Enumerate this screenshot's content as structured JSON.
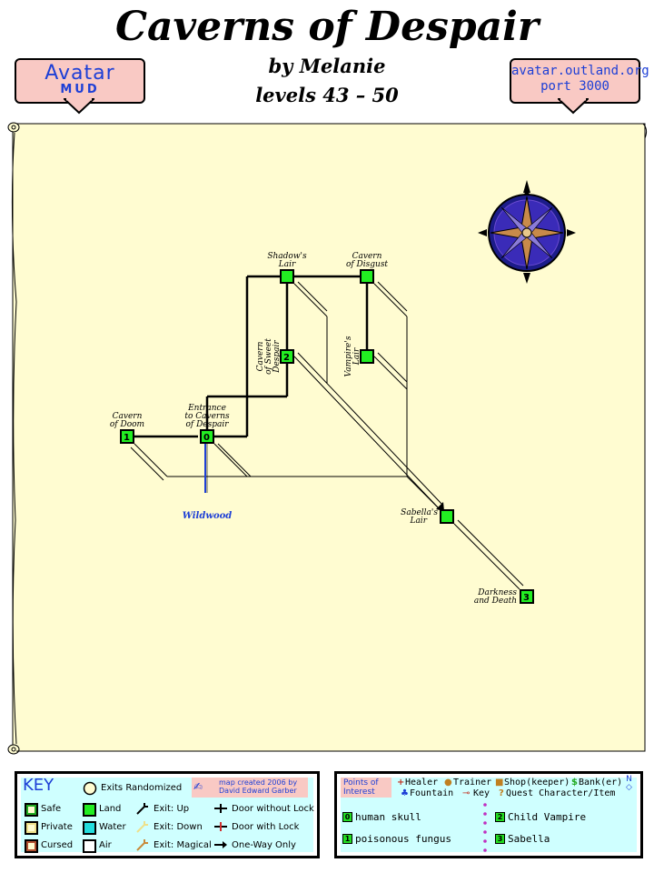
{
  "header": {
    "title": "Caverns of Despair",
    "byline": "by Melanie",
    "levels": "levels 43 – 50",
    "avatar_logo": {
      "avatar": "Avatar",
      "mud": "MUD"
    },
    "site": {
      "host": "avatar.outland.org",
      "port": "port 3000"
    }
  },
  "map": {
    "rooms": [
      {
        "id": "shadows-lair",
        "label_lines": [
          "Shadow's",
          "Lair"
        ],
        "number": ""
      },
      {
        "id": "cavern-of-disgust",
        "label_lines": [
          "Cavern",
          "of Disgust"
        ],
        "number": ""
      },
      {
        "id": "cavern-of-sweet-despair",
        "label_lines": [
          "Cavern",
          "of Sweet",
          "Despair"
        ],
        "number": "2"
      },
      {
        "id": "vampires-lair",
        "label_lines": [
          "Vampire's",
          "Lair"
        ],
        "number": ""
      },
      {
        "id": "cavern-of-doom",
        "label_lines": [
          "Cavern",
          "of Doom"
        ],
        "number": "1"
      },
      {
        "id": "entrance",
        "label_lines": [
          "Entrance",
          "to Caverns",
          "of Despair"
        ],
        "number": "0"
      },
      {
        "id": "sabellas-lair",
        "label_lines": [
          "Sabella's",
          "Lair"
        ],
        "number": ""
      },
      {
        "id": "darkness-and-death",
        "label_lines": [
          "Darkness",
          "and Death"
        ],
        "number": "3"
      }
    ],
    "exit_label": "Wildwood",
    "colors": {
      "land": "#22ee22",
      "parchment": "#fffcd1",
      "exit_link": "#1d3fd6"
    }
  },
  "key": {
    "title": "KEY",
    "exits_randomized": "Exits Randomized",
    "credit_line1": "map created 2006 by",
    "credit_line2": "David Edward Garber",
    "zone_types": [
      "Safe",
      "Private",
      "Cursed"
    ],
    "terrain": [
      "Land",
      "Water",
      "Air"
    ],
    "exits": [
      "Exit: Up",
      "Exit: Down",
      "Exit: Magical"
    ],
    "doors": [
      "Door without Lock",
      "Door with Lock",
      "One-Way Only"
    ]
  },
  "poi": {
    "title_line1": "Points of",
    "title_line2": "Interest",
    "legend": [
      "Healer",
      "Trainer",
      "Shop(keeper)",
      "Bank(er)",
      "Fountain",
      "Key",
      "Quest Character/Item"
    ],
    "items": [
      {
        "num": "0",
        "text": "human skull"
      },
      {
        "num": "1",
        "text": "poisonous fungus"
      },
      {
        "num": "2",
        "text": "Child Vampire"
      },
      {
        "num": "3",
        "text": "Sabella"
      }
    ]
  }
}
